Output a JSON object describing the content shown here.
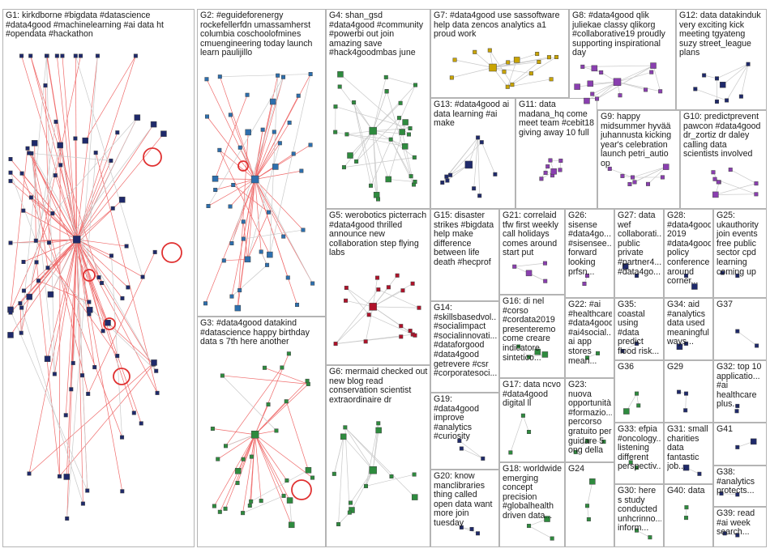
{
  "groups": [
    {
      "id": "G1",
      "label": "G1: kirkdborne #bigdata #datascience #data4good #machinelearning #ai data ht #opendata #hackathon",
      "nodes": 90,
      "color": "#1f2a6b",
      "edges": "red"
    },
    {
      "id": "G2",
      "label": "G2: #eguideforenergy rockefellerfdn umassamherst columbia coschoolofmines cmuengineering today launch learn paulijillo",
      "nodes": 45,
      "color": "#2d6fae",
      "edges": "red"
    },
    {
      "id": "G3",
      "label": "G3: #data4good datakind #datascience happy birthday data s 7th here another",
      "nodes": 30,
      "color": "#2e8b3e",
      "edges": "red"
    },
    {
      "id": "G4",
      "label": "G4: shan_gsd #data4good #community #powerbi out join amazing save #hack4goodmbas june",
      "nodes": 30,
      "color": "#2e8b3e",
      "edges": "grey"
    },
    {
      "id": "G5",
      "label": "G5: werobotics picterrach #data4good thrilled announce new collaboration step flying labs",
      "nodes": 18,
      "color": "#b0122a",
      "edges": "grey"
    },
    {
      "id": "G6",
      "label": "G6: mermaid checked out new blog read conservation scientist extraordinaire dr",
      "nodes": 14,
      "color": "#2e8b3e",
      "edges": "grey"
    },
    {
      "id": "G7",
      "label": "G7: #data4good use sassoftware help data zencos analytics a1 proud work",
      "nodes": 16,
      "color": "#c9a400",
      "edges": "grey"
    },
    {
      "id": "G8",
      "label": "G8: #data4good qlik juliekae classy qlikorg #collaborative19 proudly supporting inspirational day",
      "nodes": 14,
      "color": "#8a3fb0",
      "edges": "grey"
    },
    {
      "id": "G9",
      "label": "G9: happy midsummer hyvää juhannusta kicking year's celebration launch petri_autio op",
      "nodes": 8,
      "color": "#8a3fb0",
      "edges": "grey"
    },
    {
      "id": "G10",
      "label": "G10: predictprevent pawcon #data4good dr_zortiz dr daley calling data scientists involved",
      "nodes": 8,
      "color": "#8a3fb0",
      "edges": "grey"
    },
    {
      "id": "G11",
      "label": "G11: data madana_hq come meet team #cebit18 giving away 10 full",
      "nodes": 8,
      "color": "#8a3fb0",
      "edges": "grey"
    },
    {
      "id": "G12",
      "label": "G12: data datakinduk very exciting kick meeting tgyateng suzy street_league plans",
      "nodes": 8,
      "color": "#1f2a6b",
      "edges": "grey"
    },
    {
      "id": "G13",
      "label": "G13: #data4good ai data learning #ai make",
      "nodes": 10,
      "color": "#1f2a6b",
      "edges": "grey"
    },
    {
      "id": "G14",
      "label": "G14: #skillsbasedvol... #socialimpact #socialinnovati... #dataforgood #data4good getrevere #csr #corporatesoci...",
      "nodes": 0,
      "color": "#5aa0d8",
      "edges": "grey"
    },
    {
      "id": "G15",
      "label": "G15: disaster strikes #bigdata help make difference between life death #hecprof",
      "nodes": 0,
      "color": "#5aa0d8",
      "edges": "grey"
    },
    {
      "id": "G16",
      "label": "G16: di nel #corso #cordata2019 presenteremo come creare indicatore sintetico...",
      "nodes": 4,
      "color": "#2e8b3e",
      "edges": "grey"
    },
    {
      "id": "G17",
      "label": "G17: data ncvo #data4good digital ll",
      "nodes": 3,
      "color": "#2e8b3e",
      "edges": "grey"
    },
    {
      "id": "G18",
      "label": "G18: worldwide emerging concept precision #globalhealth driven data...",
      "nodes": 3,
      "color": "#2e8b3e",
      "edges": "grey"
    },
    {
      "id": "G19",
      "label": "G19: #data4good improve #analytics #curiosity",
      "nodes": 3,
      "color": "#1f2a6b",
      "edges": "grey"
    },
    {
      "id": "G20",
      "label": "G20: know manclibraries thing called open data want more join tuesday",
      "nodes": 3,
      "color": "#1f2a6b",
      "edges": "grey"
    },
    {
      "id": "G21",
      "label": "G21: correlaid tfw first weekly call holidays comes around start put",
      "nodes": 4,
      "color": "#8a3fb0",
      "edges": "grey"
    },
    {
      "id": "G22",
      "label": "G22: #ai #healthcare #data4good #ai4social... ai app stores mean...",
      "nodes": 2,
      "color": "#2e8b3e",
      "edges": "grey"
    },
    {
      "id": "G23",
      "label": "G23: nuova opportunità #formazio... percorso gratuito per guidare 5 ong della",
      "nodes": 3,
      "color": "#2e8b3e",
      "edges": "grey"
    },
    {
      "id": "G24",
      "label": "G24",
      "nodes": 3,
      "color": "#2e8b3e",
      "edges": "grey"
    },
    {
      "id": "G25",
      "label": "G25: ukauthority join events free public sector cpd learning coming up",
      "nodes": 2,
      "color": "#1f2a6b",
      "edges": "grey"
    },
    {
      "id": "G26",
      "label": "G26: sisense #data4go... #sisensee... forward looking prfsn...",
      "nodes": 2,
      "color": "#8a3fb0",
      "edges": "grey"
    },
    {
      "id": "G27",
      "label": "G27: data wef collaborati... public private #partner4... #data4go...",
      "nodes": 2,
      "color": "#1f2a6b",
      "edges": "grey"
    },
    {
      "id": "G28",
      "label": "G28: #data4good 2019 #data4good policy conference around corner...",
      "nodes": 2,
      "color": "#1f2a6b",
      "edges": "grey"
    },
    {
      "id": "G29",
      "label": "G29",
      "nodes": 3,
      "color": "#1f2a6b",
      "edges": "grey"
    },
    {
      "id": "G30",
      "label": "G30: here s study conducted unhcrinno... inform...",
      "nodes": 2,
      "color": "#2e8b3e",
      "edges": "grey"
    },
    {
      "id": "G31",
      "label": "G31: small charities data fantastic job...",
      "nodes": 2,
      "color": "#1f2a6b",
      "edges": "grey"
    },
    {
      "id": "G32",
      "label": "G32: top 10 applicatio... #ai healthcare plus...",
      "nodes": 2,
      "color": "#1f2a6b",
      "edges": "grey"
    },
    {
      "id": "G33",
      "label": "G33: efpia #oncology... listening different perspectiv...",
      "nodes": 2,
      "color": "#2e8b3e",
      "edges": "grey"
    },
    {
      "id": "G34",
      "label": "G34: aid #analytics data used meaningful ways...",
      "nodes": 2,
      "color": "#1f2a6b",
      "edges": "grey"
    },
    {
      "id": "G35",
      "label": "G35: coastal using #data predict flood risk...",
      "nodes": 2,
      "color": "#1f2a6b",
      "edges": "grey"
    },
    {
      "id": "G36",
      "label": "G36",
      "nodes": 3,
      "color": "#2e8b3e",
      "edges": "grey"
    },
    {
      "id": "G37",
      "label": "G37",
      "nodes": 2,
      "color": "#1f2a6b",
      "edges": "grey"
    },
    {
      "id": "G38",
      "label": "G38: #analytics protects...",
      "nodes": 2,
      "color": "#1f2a6b",
      "edges": "grey"
    },
    {
      "id": "G39",
      "label": "G39: read #ai week search...",
      "nodes": 2,
      "color": "#1f2a6b",
      "edges": "grey"
    },
    {
      "id": "G40",
      "label": "G40: data",
      "nodes": 2,
      "color": "#2e8b3e",
      "edges": "grey"
    },
    {
      "id": "G41",
      "label": "G41",
      "nodes": 2,
      "color": "#1f2a6b",
      "edges": "grey"
    }
  ]
}
